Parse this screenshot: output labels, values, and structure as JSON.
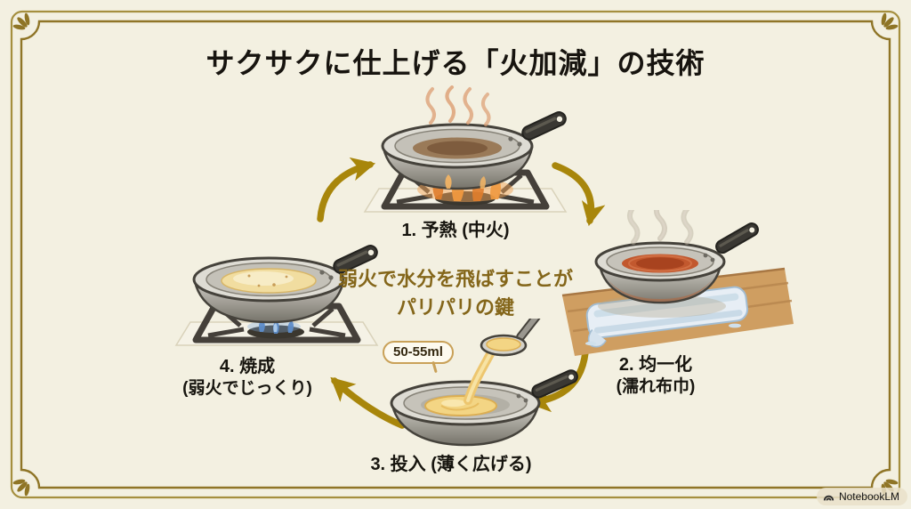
{
  "title": "サクサクに仕上げる「火加減」の技術",
  "center_note": {
    "line1": "弱火で水分を飛ばすことが",
    "line2": "パリパリの鍵"
  },
  "steps": [
    {
      "title": "1. 予熱 (中火)",
      "subtitle": ""
    },
    {
      "title": "2. 均一化",
      "subtitle": "(濡れ布巾)"
    },
    {
      "title": "3. 投入 (薄く広げる)",
      "subtitle": ""
    },
    {
      "title": "4. 焼成",
      "subtitle": "(弱火でじっくり)"
    }
  ],
  "badge": {
    "text": "50-55ml"
  },
  "footer": {
    "brand": "NotebookLM"
  },
  "illustrations": {
    "step1": "frying-pan-on-gas-stove-medium-flame-with-heat-waves",
    "step2": "hot-pan-resting-on-wet-cloth-on-wooden-table-with-steam",
    "step3": "ladle-pouring-batter-into-pan",
    "step4": "pan-with-thin-crepe-over-low-blue-flame"
  },
  "colors": {
    "background": "#f3f0e1",
    "frame_gold": "#9d8433",
    "arrow_gold": "#a8860b",
    "note_brown": "#84661a",
    "badge_border": "#c9a158"
  }
}
